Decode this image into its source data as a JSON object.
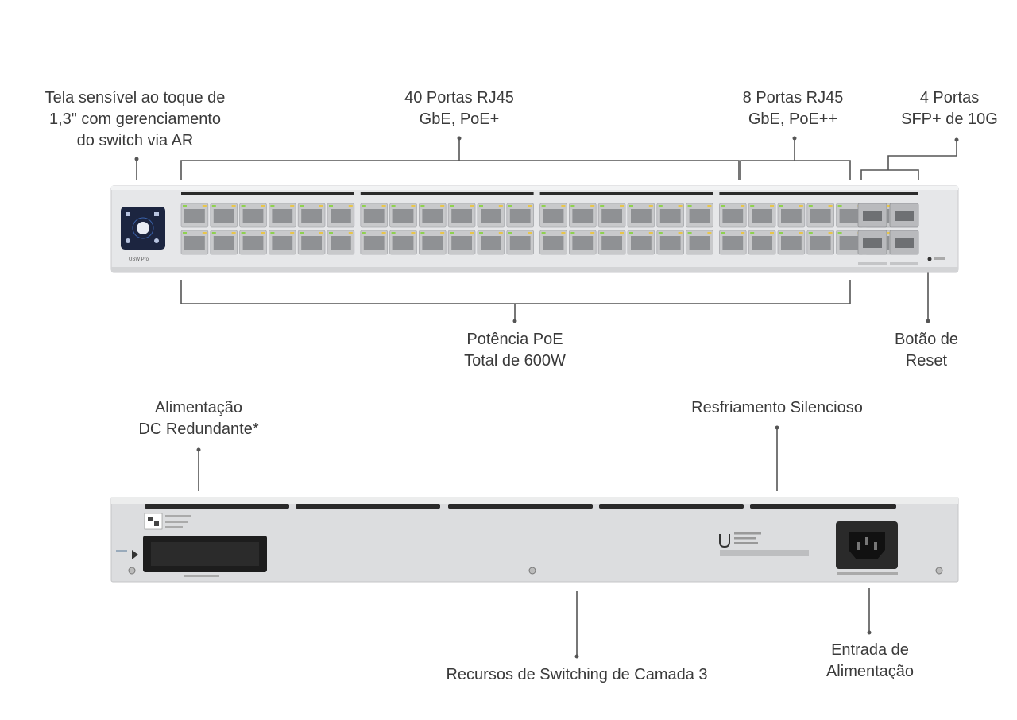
{
  "callouts": {
    "touchscreen": [
      "Tela sensível ao toque de",
      "1,3\" com gerenciamento",
      "do switch via AR"
    ],
    "ports_40": [
      "40 Portas RJ45",
      "GbE, PoE+"
    ],
    "ports_8": [
      "8 Portas RJ45",
      "GbE, PoE++"
    ],
    "ports_sfp": [
      "4 Portas",
      "SFP+ de 10G"
    ],
    "poe_power": [
      "Potência PoE",
      "Total de 600W"
    ],
    "reset": [
      "Botão de",
      "Reset"
    ],
    "dc_power": [
      "Alimentação",
      "DC Redundante*"
    ],
    "cooling": [
      "Resfriamento Silencioso"
    ],
    "layer3": [
      "Recursos de Switching de Camada 3"
    ],
    "power_input": [
      "Entrada de",
      "Alimentação"
    ]
  },
  "device": {
    "model_label": "USW Pro",
    "port_groups": 4,
    "ports_per_group": 12,
    "sfp_ports": 4,
    "colors": {
      "chassis": "#e6e7e9",
      "chassis_edge": "#c9cacc",
      "port_body": "#c8c9cb",
      "port_inner": "#8f9194",
      "led_green": "#8fd14f",
      "led_amber": "#e8c64a",
      "panel": "#1c2540",
      "panel_accent": "#4f8cf5",
      "rear": "#dcdddf"
    }
  }
}
